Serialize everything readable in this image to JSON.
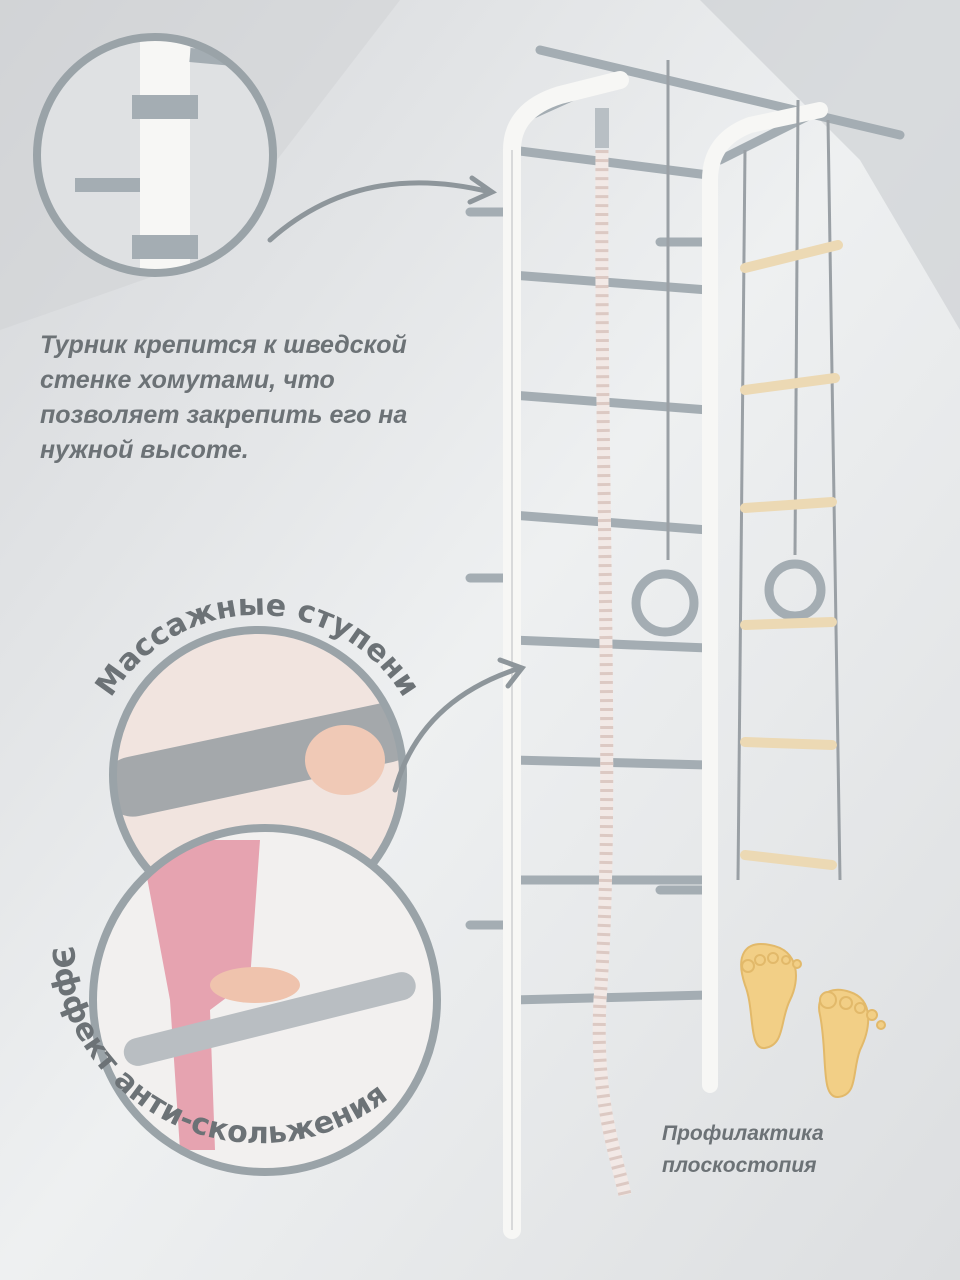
{
  "annotations": {
    "pullup_bar_text": "Турник крепится к шведской стенке хомутами, что позволяет закрепить его на нужной высоте.",
    "massage_steps_title": "Массажные ступени",
    "anti_slip_title": "Эффект анти-скольжения",
    "flatfoot_text": "Профилактика плоскостопия"
  },
  "colors": {
    "text": "#6c7276",
    "circle_border": "#9aa3a8",
    "frame": "#f7f7f5",
    "rungs": "#a4adb3",
    "wood": "#ecd9b4",
    "feet": "#f2cf86"
  },
  "icons": [
    "feet-icon",
    "arrow-icon"
  ]
}
